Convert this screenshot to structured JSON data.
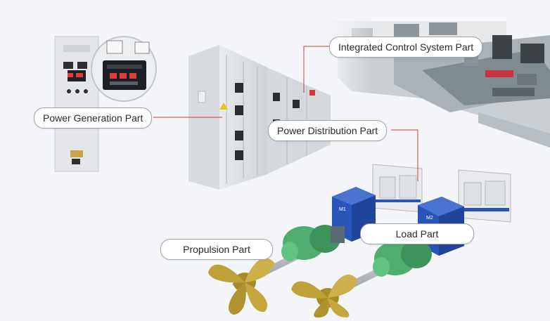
{
  "labels": {
    "integrated_control": "Integrated Control System Part",
    "power_generation": "Power Generation Part",
    "power_distribution": "Power Distribution Part",
    "load": "Load Part",
    "propulsion": "Propulsion Part"
  },
  "motor_labels": {
    "m1": "M1",
    "m2": "M2"
  },
  "colors": {
    "leader_line": "#d13a3a",
    "motor_blue": "#2a55b8",
    "gear_green": "#4fae6f",
    "propeller_gold": "#bfa13a",
    "panel_grey": "#dcdfe2",
    "console_grey": "#c9cfd2"
  }
}
